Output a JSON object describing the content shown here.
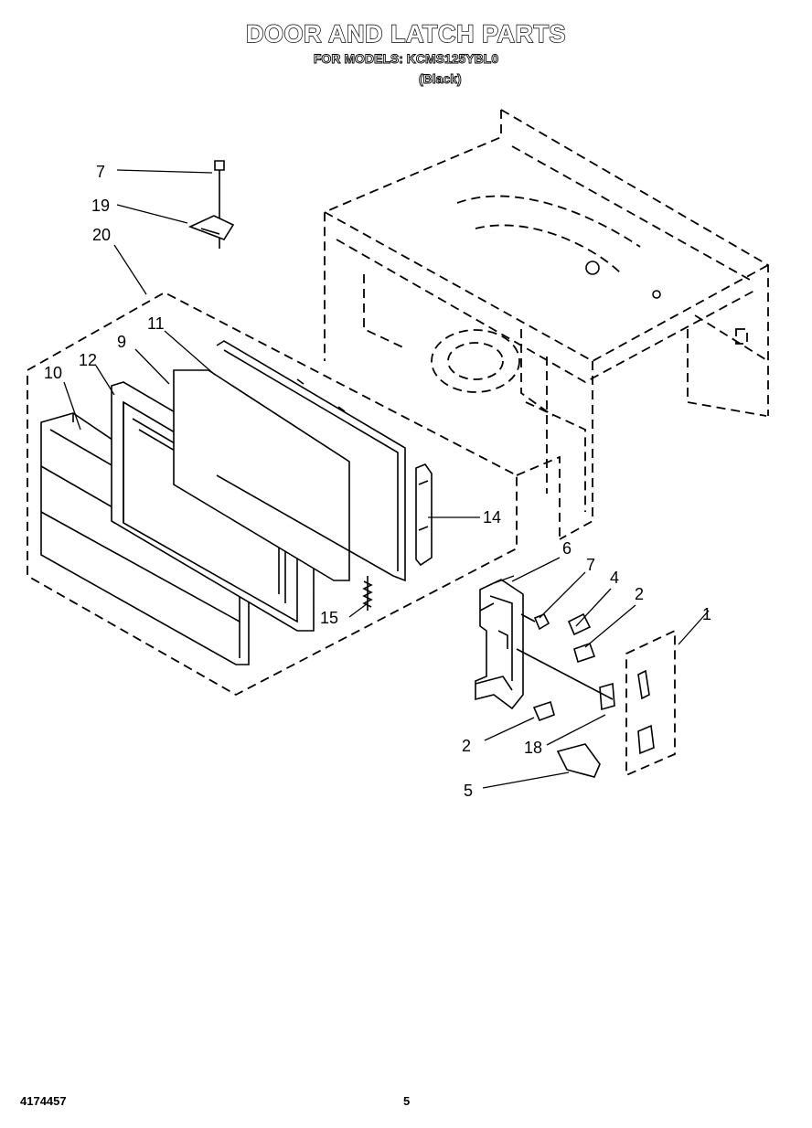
{
  "header": {
    "title": "DOOR AND LATCH PARTS",
    "subtitle": "FOR MODELS: KCMS125YBL0",
    "variant": "(Black)"
  },
  "callouts": [
    {
      "id": "c7a",
      "label": "7"
    },
    {
      "id": "c19",
      "label": "19"
    },
    {
      "id": "c20",
      "label": "20"
    },
    {
      "id": "c11",
      "label": "11"
    },
    {
      "id": "c9",
      "label": "9"
    },
    {
      "id": "c12",
      "label": "12"
    },
    {
      "id": "c10",
      "label": "10"
    },
    {
      "id": "c14",
      "label": "14"
    },
    {
      "id": "c15",
      "label": "15"
    },
    {
      "id": "c6",
      "label": "6"
    },
    {
      "id": "c7b",
      "label": "7"
    },
    {
      "id": "c4",
      "label": "4"
    },
    {
      "id": "c2a",
      "label": "2"
    },
    {
      "id": "c1",
      "label": "1"
    },
    {
      "id": "c2b",
      "label": "2"
    },
    {
      "id": "c18",
      "label": "18"
    },
    {
      "id": "c5",
      "label": "5"
    }
  ],
  "footer": {
    "document_number": "4174457",
    "page_number": "5"
  }
}
